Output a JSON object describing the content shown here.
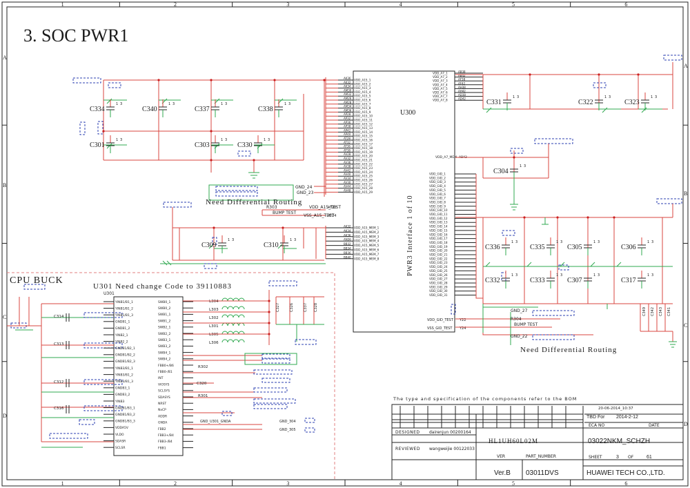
{
  "sheet_title": "3. SOC PWR1",
  "border": {
    "columns": [
      "1",
      "2",
      "3",
      "4",
      "5",
      "6"
    ],
    "rows": [
      "A",
      "B",
      "C",
      "D"
    ]
  },
  "u300": {
    "ref": "U300",
    "interface": "PWR3 Interface 1 of 10",
    "left_pins": [
      "AK36",
      "AK32",
      "AK34",
      "AM30",
      "AM32",
      "AM26",
      "AM28",
      "AM34",
      "AM36",
      "AP28",
      "AP32",
      "AP36",
      "AP38",
      "AP42",
      "AP40",
      "AT28",
      "AT32",
      "AT36",
      "AT38",
      "AV28",
      "AV32",
      "AV36",
      "AV38",
      "AV42",
      "AV40",
      "AV34",
      "AV30",
      "AV44",
      "AV48",
      "BB28",
      "BB36"
    ],
    "left_nets": [
      "VDD_A15_1",
      "VDD_A15_2",
      "VDD_A15_3",
      "VDD_A15_4",
      "VDD_A15_5",
      "VDD_A15_6",
      "VDD_A15_7",
      "VDD_A15_8",
      "VDD_A15_9",
      "VDD_A15_10",
      "VDD_A15_11",
      "VDD_A15_12",
      "VDD_A15_13",
      "VDD_A15_14",
      "VDD_A15_15",
      "VDD_A15_16",
      "VDD_A15_17",
      "VDD_A15_18",
      "VDD_A15_19",
      "VDD_A15_20",
      "VDD_A15_21",
      "VDD_A15_22",
      "VDD_A15_23",
      "VDD_A15_24",
      "VDD_A15_25",
      "VDD_A15_26",
      "VDD_A15_27",
      "VDD_A15_28",
      "VDD_A15_29"
    ],
    "test_nets": [
      "VDD_A15_TEST",
      "VSS_A15_TEST"
    ],
    "test_pins": [
      "AT20",
      "AT24"
    ],
    "mem_pins": [
      "AK32",
      "AK34",
      "AK36",
      "AN36",
      "BB32",
      "BB34",
      "BB36",
      "BB40"
    ],
    "mem_nets": [
      "VDD_A15_MEM_1",
      "VDD_A15_MEM_2",
      "VDD_A15_MEM_3",
      "VDD_A15_MEM_4",
      "VDD_A15_MEM_5",
      "VDD_A15_MEM_6",
      "VDD_A15_MEM_7",
      "VDD_A15_MEM_8"
    ],
    "right_top_nets": [
      "VDD_A7_1",
      "VDD_A7_2",
      "VDD_A7_3",
      "VDD_A7_4",
      "VDD_A7_5",
      "VDD_A7_6",
      "VDD_A7_7",
      "VDD_A7_8"
    ],
    "right_top_pins": [
      "AB38",
      "AB42",
      "AF38",
      "AF42",
      "AH38",
      "AH42",
      "AD38",
      "AD42"
    ],
    "a7_mem_net": "VDD_A7_MEM",
    "a7_mem_pin": "AB43",
    "gid_nets": [
      "VDD_GID_1",
      "VDD_GID_2",
      "VDD_GID_3",
      "VDD_GID_4",
      "VDD_GID_5",
      "VDD_GID_6",
      "VDD_GID_7",
      "VDD_GID_8",
      "VDD_GID_9",
      "VDD_GID_10",
      "VDD_GID_11",
      "VDD_GID_12",
      "VDD_GID_13",
      "VDD_GID_14",
      "VDD_GID_15",
      "VDD_GID_16",
      "VDD_GID_17",
      "VDD_GID_18",
      "VDD_GID_19",
      "VDD_GID_20",
      "VDD_GID_21",
      "VDD_GID_22",
      "VDD_GID_23",
      "VDD_GID_24",
      "VDD_GID_25",
      "VDD_GID_26",
      "VDD_GID_27",
      "VDD_GID_28",
      "VDD_GID_29",
      "VDD_GID_30",
      "VDD_GID_31"
    ],
    "gid_test_nets": [
      "VDD_GID_TEST",
      "VSS_GID_TEST"
    ],
    "gid_test_pins": [
      "Y22",
      "Y24"
    ]
  },
  "caps_top_left": [
    "C334",
    "C340",
    "C337",
    "C338",
    "C301",
    "C303",
    "C330"
  ],
  "caps_top_right": [
    "C331",
    "C322",
    "C323",
    "C304"
  ],
  "caps_mid_left": [
    "C309",
    "C310"
  ],
  "caps_right_mid": [
    "C336",
    "C335",
    "C305",
    "C306",
    "C332",
    "C333",
    "C307",
    "C317"
  ],
  "notes": {
    "diff_left": "Need Differential Routing",
    "diff_right": "Need Differential Routing",
    "gnd_24": "GND_24",
    "gnd_23": "GND_23",
    "gnd_27": "GND_27",
    "gnd_22": "GND_22",
    "r303": "R303",
    "r304": "R304",
    "bump_test": "BUMP TEST",
    "bump_test2": "BUMP TEST"
  },
  "cpu_buck": {
    "title": "CPU BUCK",
    "note": "U301 Need change Code to 39110883",
    "ref": "U301",
    "left_pins": [
      "YINB1/B1_1",
      "YINB1/B1_2",
      "YINB1/B1_3",
      "GNDB1_1",
      "GNDB1_2",
      "YINB2_1",
      "YINB2_2",
      "GNDB1/B2_1",
      "GNDB1/B2_2",
      "GNDB1/B2_3",
      "YINB3/B1_1",
      "YINB3/B1_2",
      "YINB3/B1_3",
      "GNDB3_1",
      "GNDB3_2",
      "YINB3",
      "GNDB1/B3_1",
      "GNDB1/B3_2",
      "GNDB1/B3_3",
      "VDDA5V",
      "VLDO",
      "SDASR",
      "SCLSR"
    ],
    "right_pins": [
      "SWB0_1",
      "SWB0_2",
      "SWB1_1",
      "SWB1_2",
      "SWB2_1",
      "SWB2_2",
      "SWB3_1",
      "SWB3_2",
      "SWB4_1",
      "SWB4_2",
      "FBB0+/B6",
      "FBB0-/B1",
      "INT",
      "VIOSYS",
      "SCLSYS",
      "SDASYS",
      "NRST",
      "NxCP",
      "ADDR",
      "GNDA",
      "FBB2",
      "FBB3+/B4",
      "FBB3-/B4",
      "FBB1"
    ],
    "inductors": [
      "L304",
      "L303",
      "L302",
      "L301",
      "L305",
      "L306"
    ],
    "caps": [
      "C314",
      "C313",
      "C312",
      "C316"
    ],
    "others": [
      "R302",
      "C320",
      "R301"
    ],
    "gnd_nets": [
      "GND_U301_GNDA",
      "GND_304",
      "GND_305"
    ]
  },
  "title_block": {
    "note": "The type and specification of the components refer to the BOM",
    "date_stamp": "20-06-2014_10:37",
    "tbd": "TBD For",
    "date": "2014-2-12",
    "eca_no": "ECA NO",
    "date_label": "DATE",
    "designed_label": "DESIGNED",
    "designed_value": "dairenjun 00200164",
    "reviewed_label": "REVIEWED",
    "reviewed_value": "wangweijie 00122033",
    "board": "HL1UH60L02M",
    "drawing_no": "03022NKM_SCHZH",
    "ver_label": "VER",
    "part_number_label": "PART_NUMBER",
    "sheet_label": "SHEET",
    "sheet_no": "3",
    "of_label": "OF",
    "sheet_total": "61",
    "ver": "Ver.B",
    "part_number": "03011DVS",
    "company": "HUAWEI TECH CO.,LTD."
  }
}
